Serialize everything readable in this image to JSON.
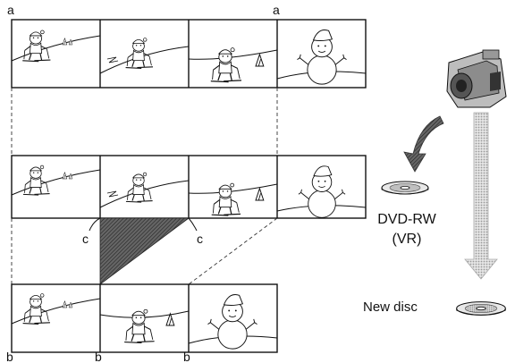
{
  "labels": {
    "edge_a": "a",
    "edge_b": "b",
    "cut_point": "c"
  },
  "media": {
    "camera_icon": "camcorder-icon",
    "disc_icon": "dvd-disc-icon",
    "source_disc_label_line1": "DVD-RW",
    "source_disc_label_line2": "(VR)",
    "new_disc_label": "New disc"
  },
  "rows": {
    "original": "original-recording",
    "edited_marks": "marked-recording",
    "result": "edited-result"
  },
  "colors": {
    "line": "#111111",
    "removed_region": "#4a4a4a",
    "arrow_dark": "#555555",
    "arrow_light": "#c8c8c8"
  }
}
